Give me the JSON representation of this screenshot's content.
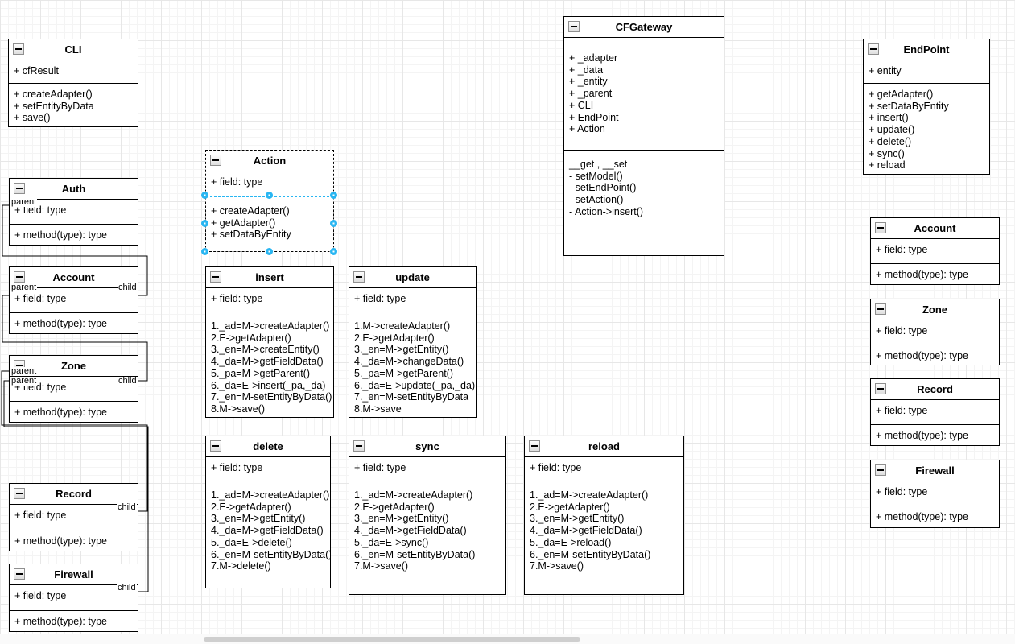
{
  "labels": {
    "parent": "parent",
    "child": "child"
  },
  "icons": {
    "collapse": "minus-square"
  },
  "colors": {
    "selection_handle": "#29b6f2",
    "edge": "#000000",
    "box_border": "#000000",
    "grid_minor": "#f4f4f4",
    "grid_major": "#e7e7e7",
    "scrollbar_thumb": "#cfcfcf"
  },
  "classes": {
    "cli": {
      "title": "CLI",
      "fields": [
        "+ cfResult"
      ],
      "methods": [
        "+ createAdapter()",
        "+ setEntityByData",
        "+ save()"
      ]
    },
    "auth": {
      "title": "Auth",
      "fields": [
        "+ field: type"
      ],
      "methods": [
        "+ method(type): type"
      ]
    },
    "account_left": {
      "title": "Account",
      "fields": [
        "+ field: type"
      ],
      "methods": [
        "+ method(type): type"
      ]
    },
    "zone_left": {
      "title": "Zone",
      "fields": [
        "+ field: type"
      ],
      "methods": [
        "+ method(type): type"
      ]
    },
    "record_left": {
      "title": "Record",
      "fields": [
        "+ field: type"
      ],
      "methods": [
        "+ method(type): type"
      ]
    },
    "firewall_left": {
      "title": "Firewall",
      "fields": [
        "+ field: type"
      ],
      "methods": [
        "+ method(type): type"
      ]
    },
    "action": {
      "title": "Action",
      "fields": [
        "+ field: type"
      ],
      "methods": [
        "+ createAdapter()",
        "+ getAdapter()",
        "+ setDataByEntity"
      ]
    },
    "insert": {
      "title": "insert",
      "fields": [
        "+ field: type"
      ],
      "methods": [
        "1._ad=M->createAdapter()",
        "2.E->getAdapter()",
        "3._en=M->createEntity()",
        "4._da=M->getFieldData()",
        "5._pa=M->getParent()",
        "6._da=E->insert(_pa,_da)",
        "7._en=M-setEntityByData()",
        "8.M->save()"
      ]
    },
    "update": {
      "title": "update",
      "fields": [
        "+ field: type"
      ],
      "methods": [
        "1.M->createAdapter()",
        "2.E->getAdapter()",
        "3._en=M->getEntity()",
        "4._da=M->changeData()",
        "5._pa=M->getParent()",
        "6._da=E->update(_pa,_da)",
        "7._en=M-setEntityByData",
        "8.M->save"
      ]
    },
    "delete": {
      "title": "delete",
      "fields": [
        "+ field: type"
      ],
      "methods": [
        "1._ad=M->createAdapter()",
        "2.E->getAdapter()",
        "3._en=M->getEntity()",
        "4._da=M->getFieldData()",
        "5._da=E->delete()",
        "6._en=M-setEntityByData()",
        "7.M->delete()"
      ]
    },
    "sync": {
      "title": "sync",
      "fields": [
        "+ field: type"
      ],
      "methods": [
        "1._ad=M->createAdapter()",
        "2.E->getAdapter()",
        "3._en=M->getEntity()",
        "4._da=M->getFieldData()",
        "5._da=E->sync()",
        "6._en=M-setEntityByData()",
        "7.M->save()"
      ]
    },
    "reload": {
      "title": "reload",
      "fields": [
        "+ field: type"
      ],
      "methods": [
        "1._ad=M->createAdapter()",
        "2.E->getAdapter()",
        "3._en=M->getEntity()",
        "4._da=M->getFieldData()",
        "5._da=E->reload()",
        "6._en=M-setEntityByData()",
        "7.M->save()"
      ]
    },
    "cfgateway": {
      "title": "CFGateway",
      "fields": [
        "+ _adapter",
        "+ _data",
        "+ _entity",
        "+ _parent",
        "+ CLI",
        "+ EndPoint",
        "+ Action"
      ],
      "methods": [
        "__get , __set",
        "- setModel()",
        "- setEndPoint()",
        "- setAction()",
        "- Action->insert()"
      ]
    },
    "endpoint": {
      "title": "EndPoint",
      "fields": [
        "+  entity"
      ],
      "methods": [
        "+ getAdapter()",
        "+ setDataByEntity",
        "+ insert()",
        "+ update()",
        "+ delete()",
        "+ sync()",
        "+ reload"
      ]
    },
    "account_right": {
      "title": "Account",
      "fields": [
        "+ field: type"
      ],
      "methods": [
        "+ method(type): type"
      ]
    },
    "zone_right": {
      "title": "Zone",
      "fields": [
        "+ field: type"
      ],
      "methods": [
        "+ method(type): type"
      ]
    },
    "record_right": {
      "title": "Record",
      "fields": [
        "+ field: type"
      ],
      "methods": [
        "+ method(type): type"
      ]
    },
    "firewall_right": {
      "title": "Firewall",
      "fields": [
        "+ field: type"
      ],
      "methods": [
        "+ method(type): type"
      ]
    }
  }
}
